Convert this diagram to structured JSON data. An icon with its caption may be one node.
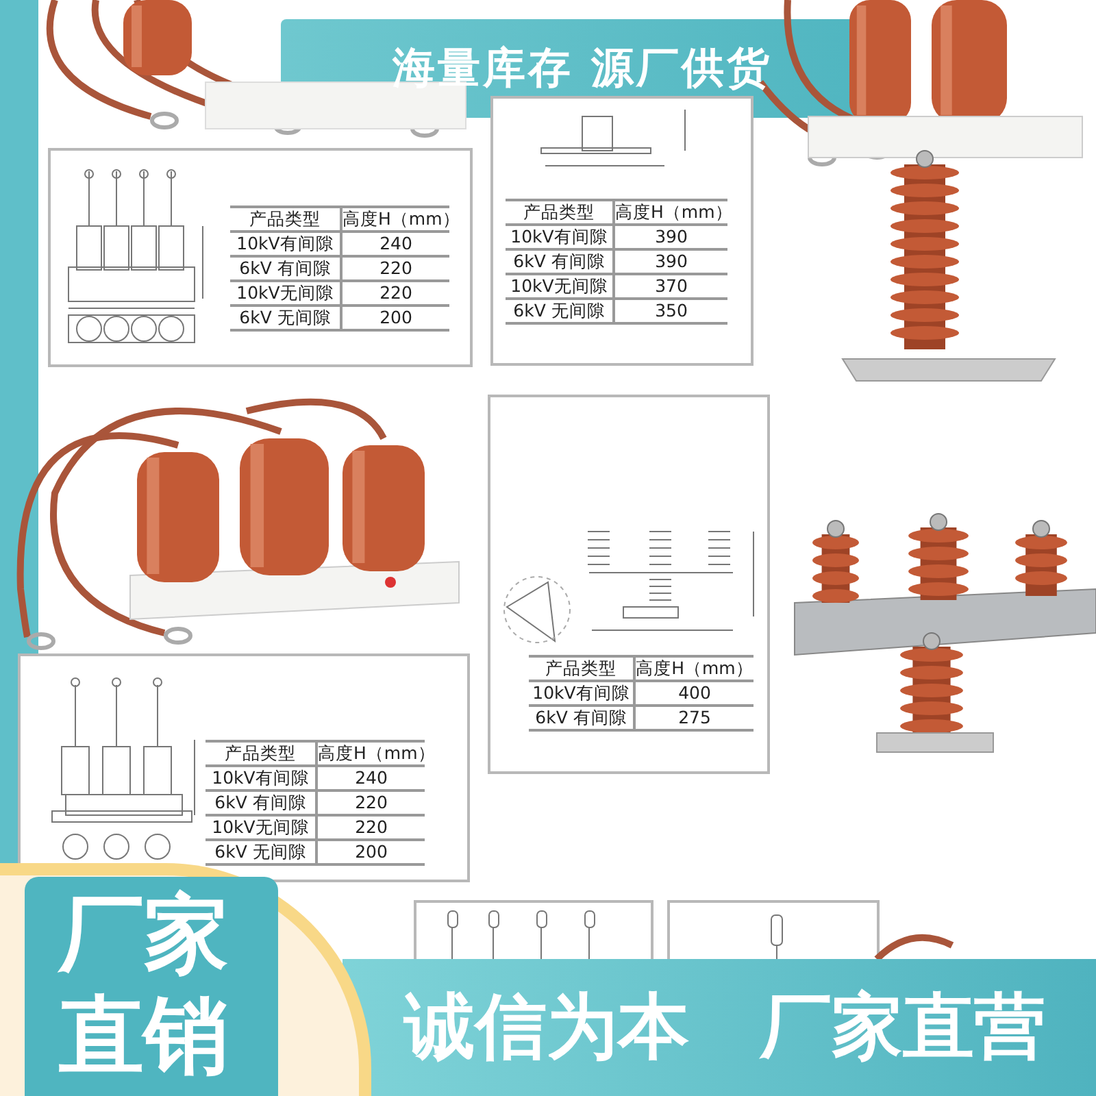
{
  "diagram": {
    "labels": [
      "海量库存 源厂供货",
      "产品类型",
      "高度H（mm）",
      "10kV有间隙",
      "240",
      "6kV 有间隙",
      "220",
      "10kV无间隙",
      "220",
      "6kV 无间隙",
      "200",
      "产品类型",
      "高度H（mm）",
      "10kV有间隙",
      "390",
      "6kV 有间隙",
      "390",
      "10kV无间隙",
      "370",
      "6kV 无间隙",
      "350",
      "产品类型",
      "高度H（mm）",
      "10kV有间隙",
      "400",
      "6kV 有间隙",
      "275",
      "产品类型",
      "高度H（mm）",
      "10kV有间隙",
      "240",
      "6kV 有间隙",
      "220",
      "10kV无间隙",
      "220",
      "6kV 无间隙",
      "200",
      "厂家直销",
      "诚信为本",
      "厂家直营"
    ]
  }
}
